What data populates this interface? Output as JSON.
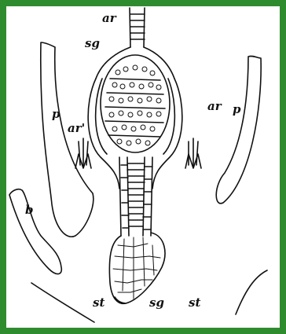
{
  "colors": {
    "border": "#2e8b2e",
    "paper": "#ffffff",
    "ink": "#111111"
  },
  "labels": {
    "ar_top": "ar",
    "sg_top": "sg",
    "ar_prime": "ar'",
    "ar_right": "ar",
    "p_left": "p",
    "p_right": "p",
    "b": "b",
    "st_left": "st",
    "sg_bottom": "sg",
    "st_right": "st"
  }
}
